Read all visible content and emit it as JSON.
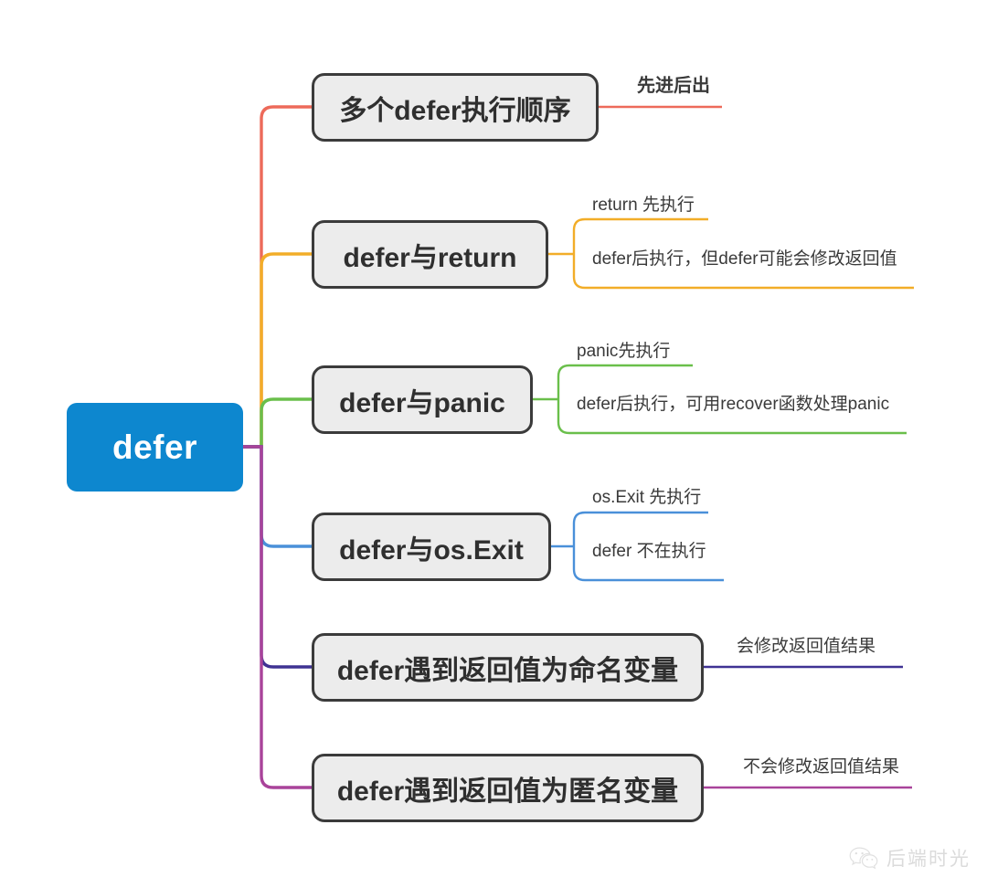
{
  "diagram": {
    "type": "mindmap",
    "title": "defer",
    "root": {
      "label": "defer",
      "color": "#0d87cf",
      "text_color": "#ffffff"
    },
    "branches": [
      {
        "label": "多个defer执行顺序",
        "color": "#ed6a5a",
        "leaves": [
          {
            "text": "先进后出"
          }
        ]
      },
      {
        "label": "defer与return",
        "color": "#f2ad28",
        "leaves": [
          {
            "text": "return 先执行"
          },
          {
            "text": "defer后执行，但defer可能会修改返回值"
          }
        ]
      },
      {
        "label": "defer与panic",
        "color": "#6abf4b",
        "leaves": [
          {
            "text": "panic先执行"
          },
          {
            "text": "defer后执行，可用recover函数处理panic"
          }
        ]
      },
      {
        "label": "defer与os.Exit",
        "color": "#4a90d9",
        "leaves": [
          {
            "text": "os.Exit 先执行"
          },
          {
            "text": "defer 不在执行"
          }
        ]
      },
      {
        "label": "defer遇到返回值为命名变量",
        "color": "#3f3293",
        "leaves": [
          {
            "text": "会修改返回值结果"
          }
        ]
      },
      {
        "label": "defer遇到返回值为匿名变量",
        "color": "#a9439a",
        "leaves": [
          {
            "text": "不会修改返回值结果"
          }
        ]
      }
    ],
    "node_style": {
      "fill": "#ececec",
      "border": "#3b3b3b"
    }
  },
  "watermark": {
    "text": "后端时光",
    "icon": "wechat-icon"
  }
}
